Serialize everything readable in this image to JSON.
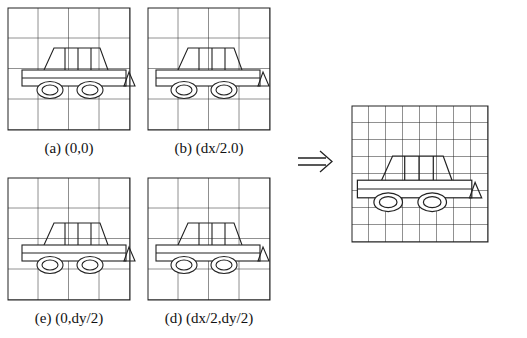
{
  "diagram": {
    "labels": [
      "(a) (0,0)",
      "(b) (dx/2.0)",
      "(e) (0,dy/2)",
      "(d) (dx/2,dy/2)"
    ]
  }
}
